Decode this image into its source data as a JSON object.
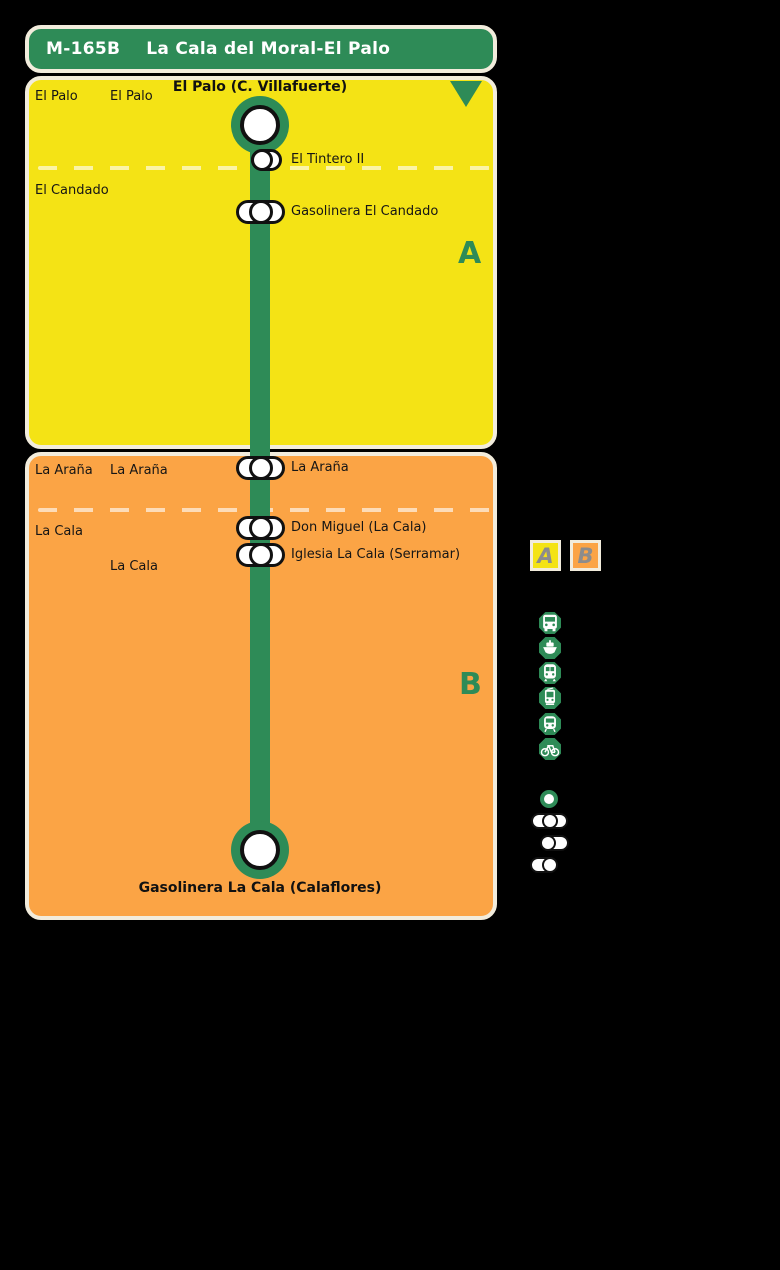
{
  "header": {
    "code": "M-165B",
    "name": "La Cala del Moral-El Palo"
  },
  "zones": {
    "a_letter": "A",
    "b_letter": "B"
  },
  "area_labels": {
    "el_palo_col1": "El Palo",
    "el_palo_col2": "El Palo",
    "el_candado": "El Candado",
    "la_arana_col1": "La Araña",
    "la_arana_col2": "La Araña",
    "la_cala_col1": "La Cala",
    "la_cala_col2": "La Cala"
  },
  "stops": {
    "terminus_top": "El Palo (C. Villafuerte)",
    "el_tintero": "El Tintero II",
    "gasolinera_el_candado": "Gasolinera El Candado",
    "la_arana": "La Araña",
    "don_miguel": "Don Miguel (La Cala)",
    "iglesia_la_cala": "Iglesia La Cala (Serramar)",
    "terminus_bottom": "Gasolinera La Cala (Calaflores)"
  },
  "legend": {
    "zone_a": "A",
    "zone_b": "B",
    "transport_icons": [
      "bus-icon",
      "ferry-icon",
      "train-icon",
      "tram-icon",
      "metro-icon",
      "bicycle-icon"
    ],
    "stop_symbols": [
      "terminus-icon",
      "stop-both-sides-icon",
      "stop-right-side-icon",
      "stop-left-side-icon"
    ]
  },
  "colors": {
    "route_green": "#2E8B57",
    "zone_a_yellow": "#F4E315",
    "zone_b_orange": "#FBA445",
    "border_cream": "#F2ECDC",
    "text_dark": "#151515",
    "legend_letter_grey": "#8C8C8C"
  }
}
